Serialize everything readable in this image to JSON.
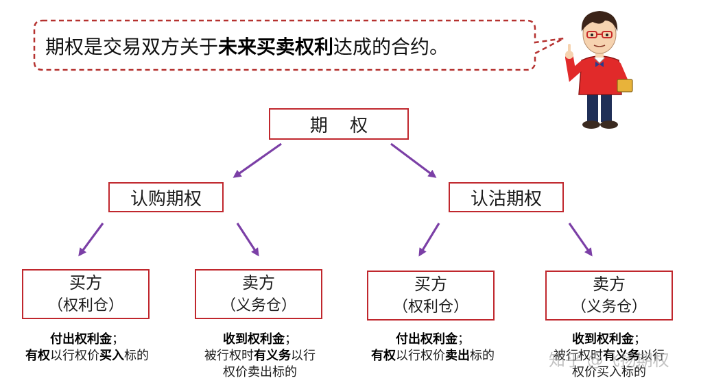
{
  "bubble": {
    "prefix": "期权是交易双方关于",
    "highlight": "未来买卖权利",
    "suffix": "达成的合约。"
  },
  "root": {
    "label": "期 权"
  },
  "branches": [
    {
      "label": "认购期权",
      "leaves": [
        {
          "title": "买方",
          "subtitle": "（权利仓）",
          "desc": [
            [
              {
                "t": "付出权利金",
                "b": true
              },
              {
                "t": "；",
                "b": false
              }
            ],
            [
              {
                "t": "有权",
                "b": true
              },
              {
                "t": "以行权价",
                "b": false
              },
              {
                "t": "买入",
                "b": true
              },
              {
                "t": "标的",
                "b": false
              }
            ]
          ]
        },
        {
          "title": "卖方",
          "subtitle": "（义务仓）",
          "desc": [
            [
              {
                "t": "收到权利金",
                "b": true
              },
              {
                "t": "；",
                "b": false
              }
            ],
            [
              {
                "t": "被行权时",
                "b": false
              },
              {
                "t": "有义务",
                "b": true
              },
              {
                "t": "以行",
                "b": false
              }
            ],
            [
              {
                "t": "权价卖出标的",
                "b": false
              }
            ]
          ]
        }
      ]
    },
    {
      "label": "认沽期权",
      "leaves": [
        {
          "title": "买方",
          "subtitle": "（权利仓）",
          "desc": [
            [
              {
                "t": "付出权利金",
                "b": true
              },
              {
                "t": "；",
                "b": false
              }
            ],
            [
              {
                "t": "有权",
                "b": true
              },
              {
                "t": "以行权价",
                "b": false
              },
              {
                "t": "卖出",
                "b": true
              },
              {
                "t": "标的",
                "b": false
              }
            ]
          ]
        },
        {
          "title": "卖方",
          "subtitle": "（义务仓）",
          "desc": [
            [
              {
                "t": "收到权利金",
                "b": true
              },
              {
                "t": "；",
                "b": false
              }
            ],
            [
              {
                "t": "被行权时",
                "b": false
              },
              {
                "t": "有义务",
                "b": true
              },
              {
                "t": "以行",
                "b": false
              }
            ],
            [
              {
                "t": "权价买入标的",
                "b": false
              }
            ]
          ]
        }
      ]
    }
  ],
  "watermark": "知乎 @飞扬期权",
  "colors": {
    "box_border": "#c0272d",
    "arrow": "#7b3fa6",
    "bubble_border": "#b5312f"
  },
  "icons": [
    "teacher-cartoon-icon"
  ]
}
